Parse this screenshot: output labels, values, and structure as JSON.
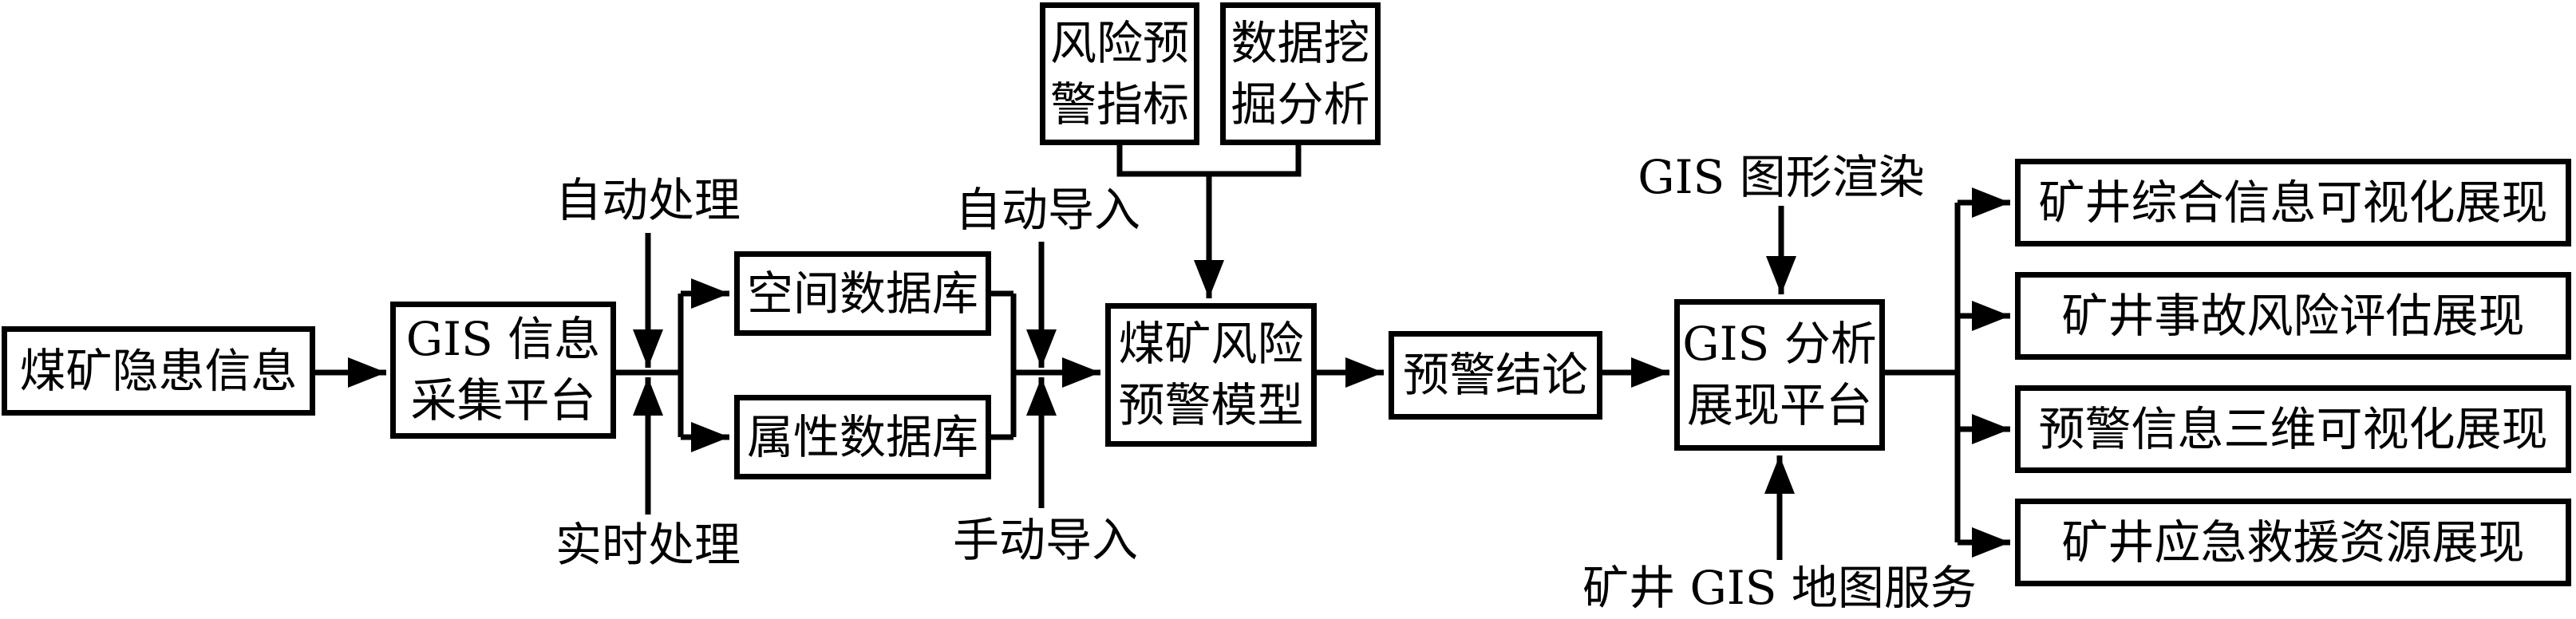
{
  "diagram": {
    "colors": {
      "line": "#000000",
      "background": "#ffffff",
      "box_fill": "#ffffff"
    },
    "nodes": {
      "hazard_info": {
        "label": "煤矿隐患信息"
      },
      "gis_collection": {
        "label": "GIS 信息\n采集平台"
      },
      "spatial_db": {
        "label": "空间数据库"
      },
      "attribute_db": {
        "label": "属性数据库"
      },
      "risk_indicator": {
        "label": "风险预\n警指标"
      },
      "data_mining": {
        "label": "数据挖\n掘分析"
      },
      "risk_model": {
        "label": "煤矿风险\n预警模型"
      },
      "warning_conclusion": {
        "label": "预警结论"
      },
      "gis_display_platform": {
        "label": "GIS 分析\n展现平台"
      },
      "display_comprehensive": {
        "label": "矿井综合信息可视化展现"
      },
      "display_risk_assess": {
        "label": "矿井事故风险评估展现"
      },
      "display_3d_warning": {
        "label": "预警信息三维可视化展现"
      },
      "display_rescue": {
        "label": "矿井应急救援资源展现"
      }
    },
    "labels": {
      "auto_process": "自动处理",
      "realtime_process": "实时处理",
      "auto_import": "自动导入",
      "manual_import": "手动导入",
      "gis_rendering": "GIS 图形渲染",
      "mine_map_service": "矿井 GIS 地图服务"
    }
  }
}
